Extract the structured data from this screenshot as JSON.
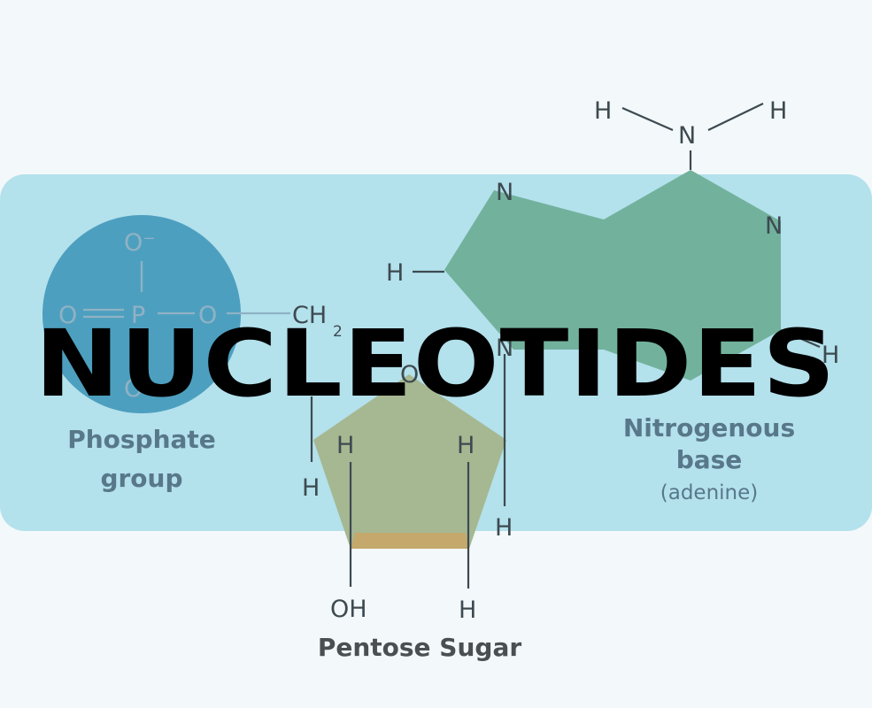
{
  "title": "NUCLEOTIDES",
  "labels": {
    "phosphate_line1": "Phosphate",
    "phosphate_line2": "group",
    "base_line1": "Nitrogenous",
    "base_line2": "base",
    "base_line3": "(adenine)",
    "sugar": "Pentose Sugar"
  },
  "atoms": {
    "hydrogen": "H",
    "nitrogen": "N",
    "oxygen": "O",
    "phosphorus": "P",
    "carbon_group": "CH",
    "subscript_two": "2",
    "hydroxyl": "OH",
    "o_minus": "O⁻"
  },
  "colors": {
    "band": "#b3e1ec",
    "phosphate": "#4d9fbf",
    "base": "#72b29d",
    "sugar": "#a6b892",
    "sugar_edge": "#c4a86c"
  }
}
